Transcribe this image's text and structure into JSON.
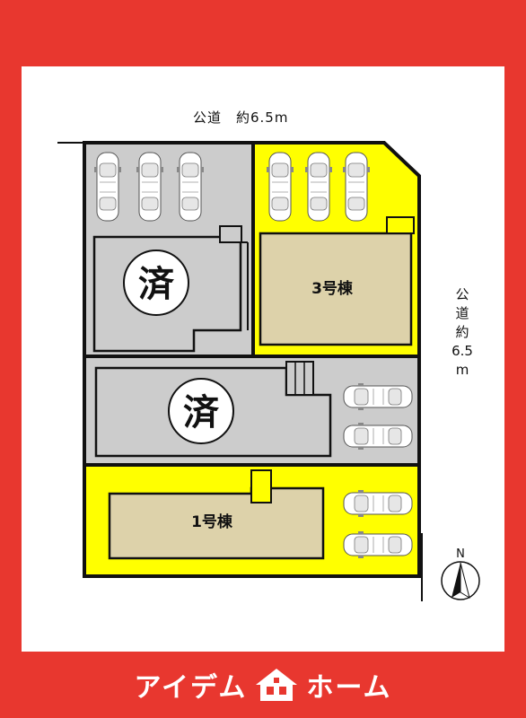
{
  "road_top": {
    "label": "公道　約6.5m"
  },
  "road_right": {
    "chars": [
      "公",
      "道",
      "約",
      "6.5",
      "m"
    ]
  },
  "lots": [
    {
      "id": "lot-sold-upper",
      "status": "済"
    },
    {
      "id": "lot-3",
      "label": "3号棟"
    },
    {
      "id": "lot-sold-middle",
      "status": "済"
    },
    {
      "id": "lot-1",
      "label": "1号棟"
    }
  ],
  "compass": {
    "label": "N",
    "icon": "north-arrow-icon"
  },
  "brand": {
    "left": "アイデム",
    "right": "ホーム",
    "logo_icon": "house-logo-icon"
  },
  "colors": {
    "brand_red": "#e8372f",
    "available_yellow": "#ffff00",
    "sold_gray": "#cccccc",
    "building_tan": "#ddd2aa"
  }
}
